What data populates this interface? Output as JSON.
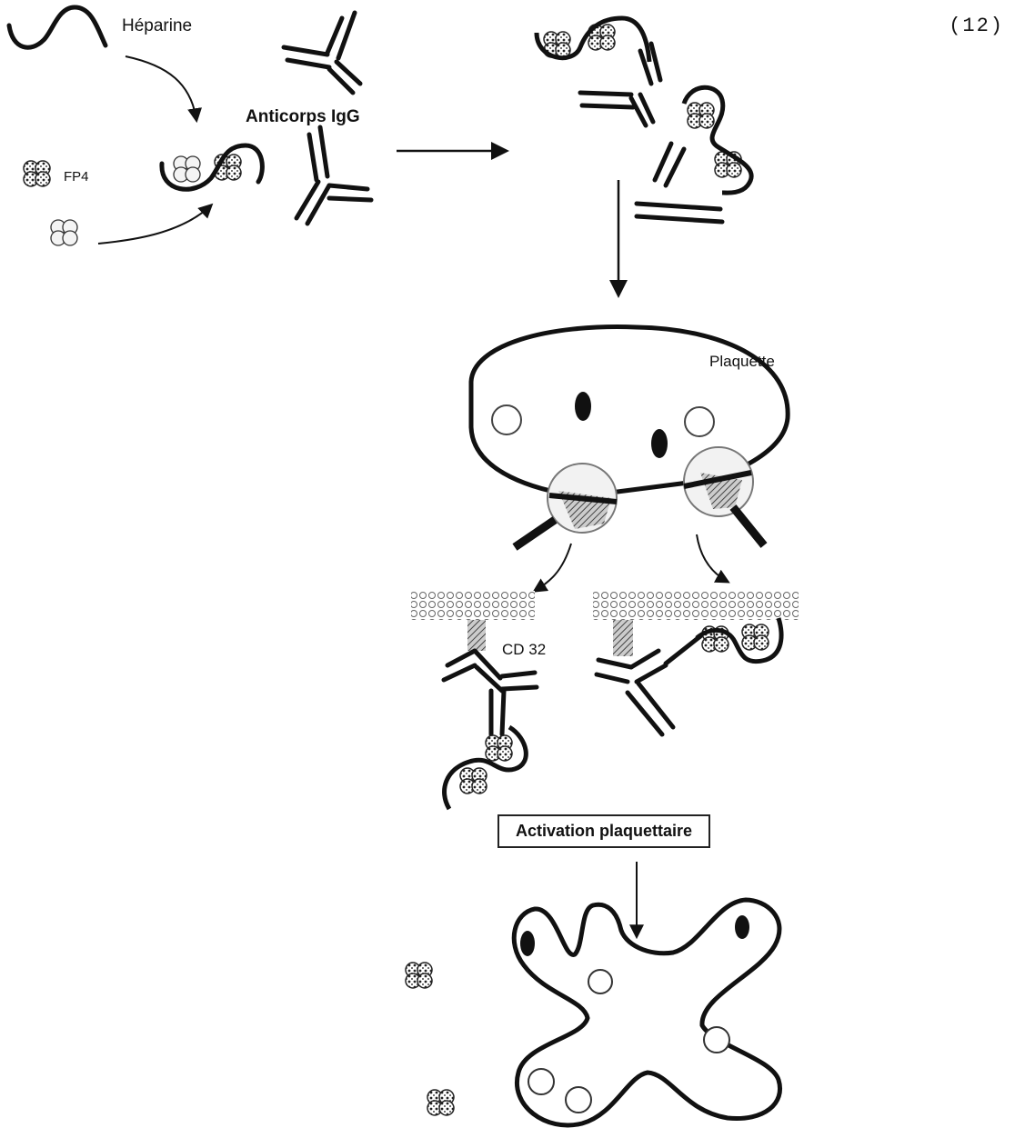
{
  "figure_number": "(12)",
  "labels": {
    "heparine": "Héparine",
    "fp4": "FP4",
    "anticorps": "Anticorps IgG",
    "plaquette": "Plaquette",
    "cd32": "CD 32",
    "activation": "Activation plaquettaire"
  },
  "colors": {
    "ink": "#111111",
    "membrane": "#bbbbbb",
    "hatch": "#777777"
  }
}
